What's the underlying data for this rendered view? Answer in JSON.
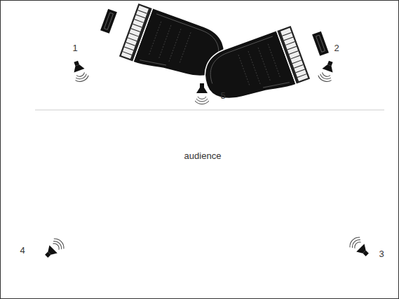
{
  "diagram": {
    "labels": [
      "1",
      "2",
      "5",
      "audience",
      "4",
      "3"
    ]
  }
}
